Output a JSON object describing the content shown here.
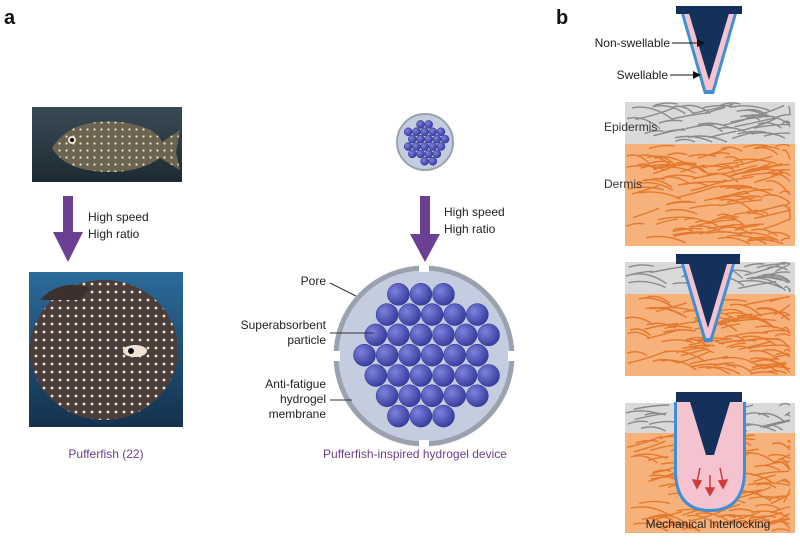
{
  "panels": {
    "a": "a",
    "b": "b"
  },
  "arrow_left": {
    "line1": "High speed",
    "line2": "High ratio"
  },
  "arrow_right": {
    "line1": "High speed",
    "line2": "High ratio"
  },
  "captions": {
    "pufferfish": "Pufferfish (22)",
    "device": "Pufferfish-inspired hydrogel device"
  },
  "device_labels": {
    "pore": "Pore",
    "superabsorbent_1": "Superabsorbent",
    "superabsorbent_2": "particle",
    "antifatigue_1": "Anti-fatigue",
    "antifatigue_2": "hydrogel",
    "antifatigue_3": "membrane"
  },
  "needle_labels": {
    "non_swellable": "Non-swellable",
    "swellable": "Swellable"
  },
  "skin_labels": {
    "epidermis": "Epidermis",
    "dermis": "Dermis"
  },
  "interlock_label": "Mechanical interlocking",
  "colors": {
    "arrow": "#6b3f92",
    "particle": "#4a4fb8",
    "membrane_fill": "#c4cde0",
    "membrane_ring": "#9aa2b0",
    "needle_dark": "#14315c",
    "needle_pink": "#f4c3cf",
    "needle_outline": "#3f8fd2",
    "dermis": "#f39b52",
    "epidermis": "#cfcfcf"
  }
}
